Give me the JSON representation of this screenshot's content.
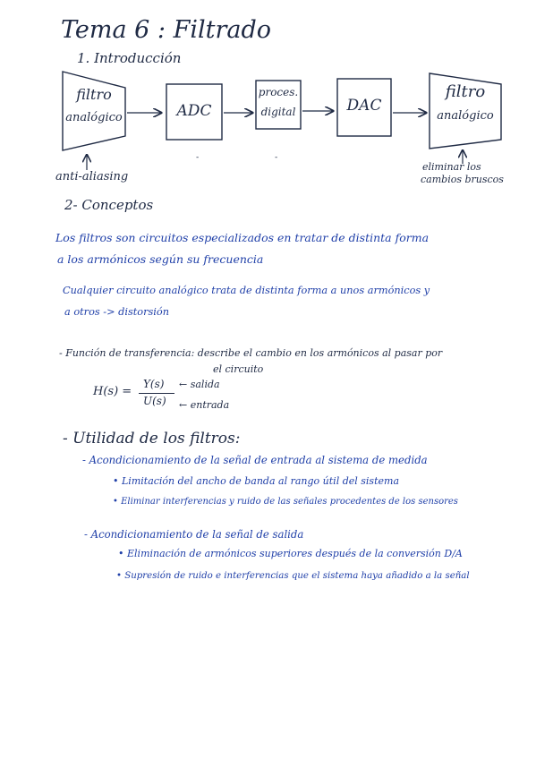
{
  "title": "Tema 6 : Filtrado",
  "section1": {
    "heading": "1. Introducción"
  },
  "diagram": {
    "block1": {
      "line1": "filtro",
      "line2": "analógico"
    },
    "block2": {
      "label": "ADC"
    },
    "block3": {
      "line1": "proces.",
      "line2": "digital"
    },
    "block4": {
      "label": "DAC"
    },
    "block5": {
      "line1": "filtro",
      "line2": "analógico"
    },
    "note_left": "anti-aliasing",
    "note_right_1": "eliminar los",
    "note_right_2": "cambios bruscos"
  },
  "section2": {
    "heading": "2- Conceptos",
    "p1_line1": "Los filtros son circuitos especializados en tratar de distinta forma",
    "p1_line2": "a los armónicos según su frecuencia",
    "p2_line1": "Cualquier circuito analógico trata de distinta forma a unos armónicos y",
    "p2_line2": "a otros -> distorsión"
  },
  "transfer": {
    "line1": "- Función de transferencia: describe el cambio en los armónicos al pasar por",
    "line2": "el circuito",
    "lhs": "H(s) =",
    "numerator": "Y(s)",
    "denominator": "U(s)",
    "out_label": "salida",
    "in_label": "entrada"
  },
  "utilidad": {
    "heading": "- Utilidad de los filtros:",
    "item1": "- Acondicionamiento de la señal de entrada al sistema de medida",
    "item1_b1": "Limitación del ancho de banda al rango útil del sistema",
    "item1_b2": "Eliminar interferencias y ruido de las señales procedentes de los sensores",
    "item2": "- Acondicionamiento de la señal de salida",
    "item2_b1": "Eliminación de armónicos superiores después de la conversión D/A",
    "item2_b2": "Supresión de ruido e interferencias que el sistema haya añadido a la señal"
  },
  "colors": {
    "dark_ink": "#1f2a44",
    "blue_ink": "#1f3fa8"
  }
}
